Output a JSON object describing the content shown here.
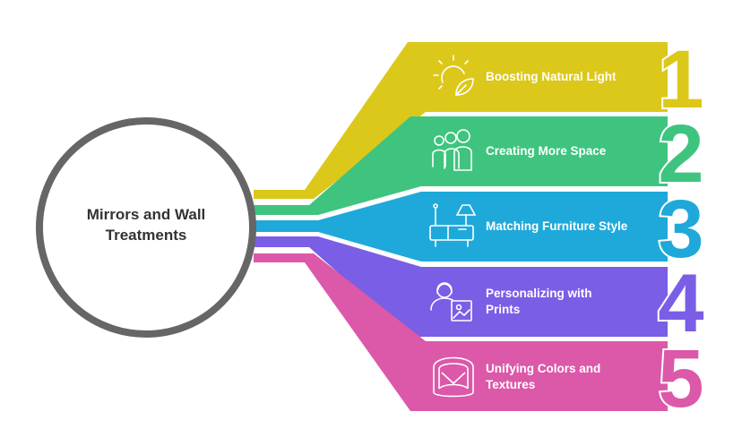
{
  "hub": {
    "title": "Mirrors and Wall Treatments"
  },
  "items": [
    {
      "number": "1",
      "label": "Boosting Natural Light",
      "color": "#dcc81a",
      "icon": "sun-leaf-icon"
    },
    {
      "number": "2",
      "label": "Creating More Space",
      "color": "#3fc47f",
      "icon": "people-group-icon"
    },
    {
      "number": "3",
      "label": "Matching Furniture Style",
      "color": "#1fa9da",
      "icon": "furniture-icon"
    },
    {
      "number": "4",
      "label": "Personalizing with Prints",
      "color": "#7a5ee6",
      "icon": "person-picture-icon"
    },
    {
      "number": "5",
      "label": "Unifying Colors and Textures",
      "color": "#dc58a9",
      "icon": "armchair-icon"
    }
  ]
}
